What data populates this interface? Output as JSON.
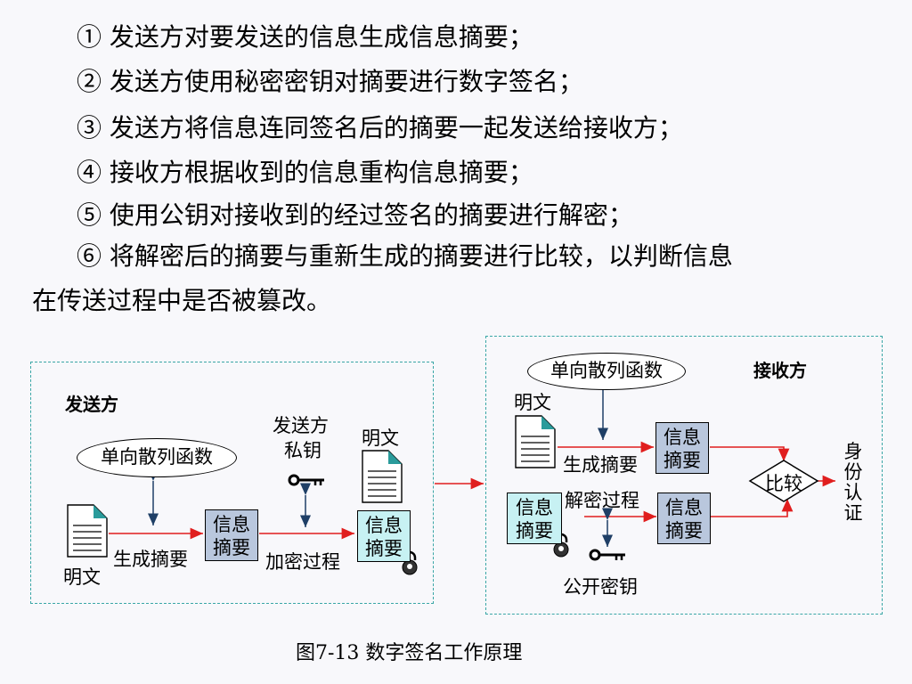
{
  "steps": [
    "① 发送方对要发送的信息生成信息摘要；",
    "② 发送方使用秘密密钥对摘要进行数字签名；",
    "③ 发送方将信息连同签名后的摘要一起发送给接收方；",
    "④ 接收方根据收到的信息重构信息摘要；",
    "⑤ 使用公钥对接收到的经过签名的摘要进行解密；",
    "⑥ 将解密后的摘要与重新生成的摘要进行比较，以判断信息"
  ],
  "step_continuation": "在传送过程中是否被篡改。",
  "sender": {
    "title": "发送方",
    "hash_function": "单向散列函数",
    "plaintext": "明文",
    "generate_digest": "生成摘要",
    "digest_line1": "信息",
    "digest_line2": "摘要",
    "private_key_line1": "发送方",
    "private_key_line2": "私钥",
    "encrypt_process": "加密过程",
    "plaintext_top": "明文",
    "signed_digest_line1": "信息",
    "signed_digest_line2": "摘要"
  },
  "receiver": {
    "title": "接收方",
    "hash_function": "单向散列函数",
    "plaintext": "明文",
    "generate_digest": "生成摘要",
    "digest_line1": "信息",
    "digest_line2": "摘要",
    "decrypt_process": "解密过程",
    "received_digest_line1": "信息",
    "received_digest_line2": "摘要",
    "decrypted_digest_line1": "信息",
    "decrypted_digest_line2": "摘要",
    "public_key": "公开密钥",
    "compare": "比较",
    "identity_auth": "身份认证"
  },
  "caption": "图7-13  数字签名工作原理"
}
